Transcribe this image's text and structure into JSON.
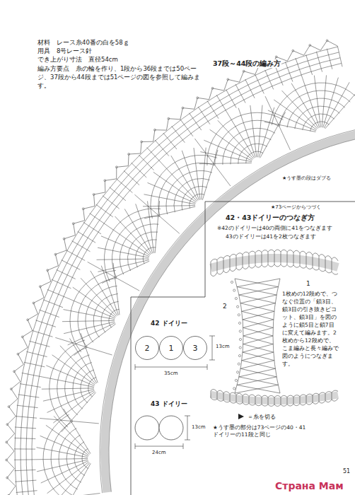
{
  "diagram": {
    "nodes": [
      {
        "text": [
          "2"
        ]
      },
      {
        "text": [
          "1"
        ]
      },
      {
        "text": [
          "3"
        ]
      }
    ],
    "labels": [
      "材料　レース糸40番の白を58ｇ",
      "用具　8号レース針",
      "でき上がり寸法　直径54cm",
      "編み方要点　糸の輪を作り、1段から36段までは50ページ、37段から44段までは51ページの図を参照して編みます。",
      "37段～44段の編み方",
      "★うす墨の段はダブる",
      "★73ページからつづく",
      "42・43ドイリーのつなぎ方",
      "※42のドイリーは40の両側に41をつなぎます",
      "43のドイリーは41を2枚つなぎます",
      "1",
      "2",
      "1枚めの12段めで、つなぐ位置の「鎖3目、鎖3目の引き抜きピコット、鎖3目」を図のように鎖5目と鎖7目に変えて編みます。2枚めから12段めで、こま編みと長々編みで図のようにつなぎます。",
      "42 ドイリー",
      "13cm",
      "35cm",
      "43 ドイリー",
      "13cm",
      "24cm",
      "＝糸を切る",
      "★うす墨の部分は73ページの40・41ドイリーの11段と同じ",
      "51",
      "Страна Мам"
    ]
  }
}
